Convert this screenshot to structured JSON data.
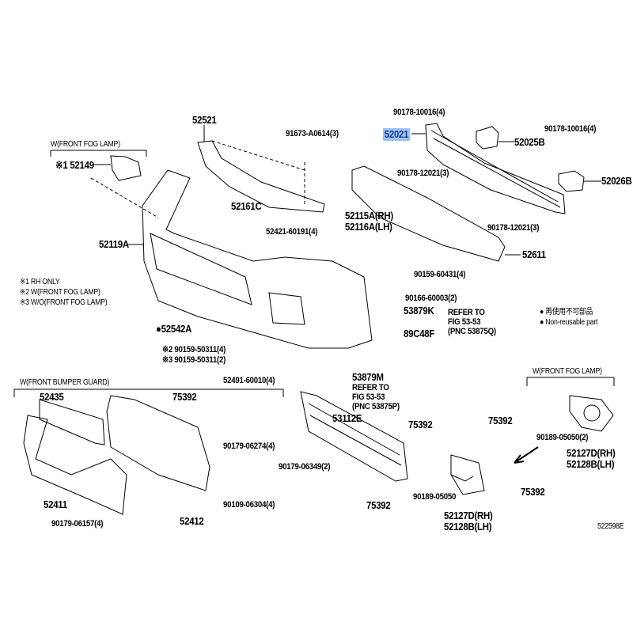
{
  "diagram": {
    "ref_code": "522598E",
    "labels": {
      "p90178_10016_a": "90178-10016(4)",
      "p52021": "52021",
      "p52025B": "52025B",
      "p90178_10016_b": "90178-10016(4)",
      "p90178_12021_a": "90178-12021(3)",
      "p52026B": "52026B",
      "p90178_12021_b": "90178-12021(3)",
      "p52611": "52611",
      "p52521": "52521",
      "p91673": "91673-A0614(3)",
      "fog_lamp_group_1": "W(FRONT FOG LAMP)",
      "p52149": "※1 52149",
      "p52161C": "52161C",
      "p52115A": "52115A(RH)",
      "p52116A": "52116A(LH)",
      "p52119A": "52119A",
      "p52421": "52421-60191(4)",
      "p90159_60431": "90159-60431(4)",
      "p90166": "90166-60003(2)",
      "p53879K": "53879K",
      "refer_q_1": "REFER TO",
      "refer_q_2": "FIG 53-53",
      "refer_q_3": "(PNC 53875Q)",
      "p89C48F": "89C48F",
      "p52542A": "●52542A",
      "p90159_50311_a": "※2 90159-50311(4)",
      "p90159_50311_b": "※3 90159-50311(2)",
      "p52491": "52491-60010(4)",
      "p53879M": "53879M",
      "refer_p_1": "REFER TO",
      "refer_p_2": "FIG 53-53",
      "refer_p_3": "(PNC 53875P)",
      "bumper_guard_group": "W(FRONT BUMPER GUARD)",
      "p52435": "52435",
      "p75392_a": "75392",
      "p53112E": "53112E",
      "p75392_b": "75392",
      "p75392_c": "75392",
      "p90179_06274": "90179-06274(4)",
      "fog_lamp_group_2": "W(FRONT FOG LAMP)",
      "p90189_05050_a": "90189-05050(2)",
      "p90179_06349": "90179-06349(2)",
      "p52127D_a": "52127D(RH)",
      "p52128B_a": "52128B(LH)",
      "p52411": "52411",
      "p90109_06304": "90109-06304(4)",
      "p90189_05050_b": "90189-05050",
      "p75392_d": "75392",
      "p75392_e": "75392",
      "p52127D_b": "52127D(RH)",
      "p52128B_b": "52128B(LH)",
      "p90179_06157": "90179-06157(4)",
      "p52412": "52412"
    },
    "notes": [
      "※1 RH ONLY",
      "※2 W(FRONT FOG LAMP)",
      "※3 W/O(FRONT FOG LAMP)"
    ],
    "legend": [
      "● 再使用不可部品",
      "● Non-reusable part"
    ],
    "highlight_color": "#9fc3f0"
  }
}
